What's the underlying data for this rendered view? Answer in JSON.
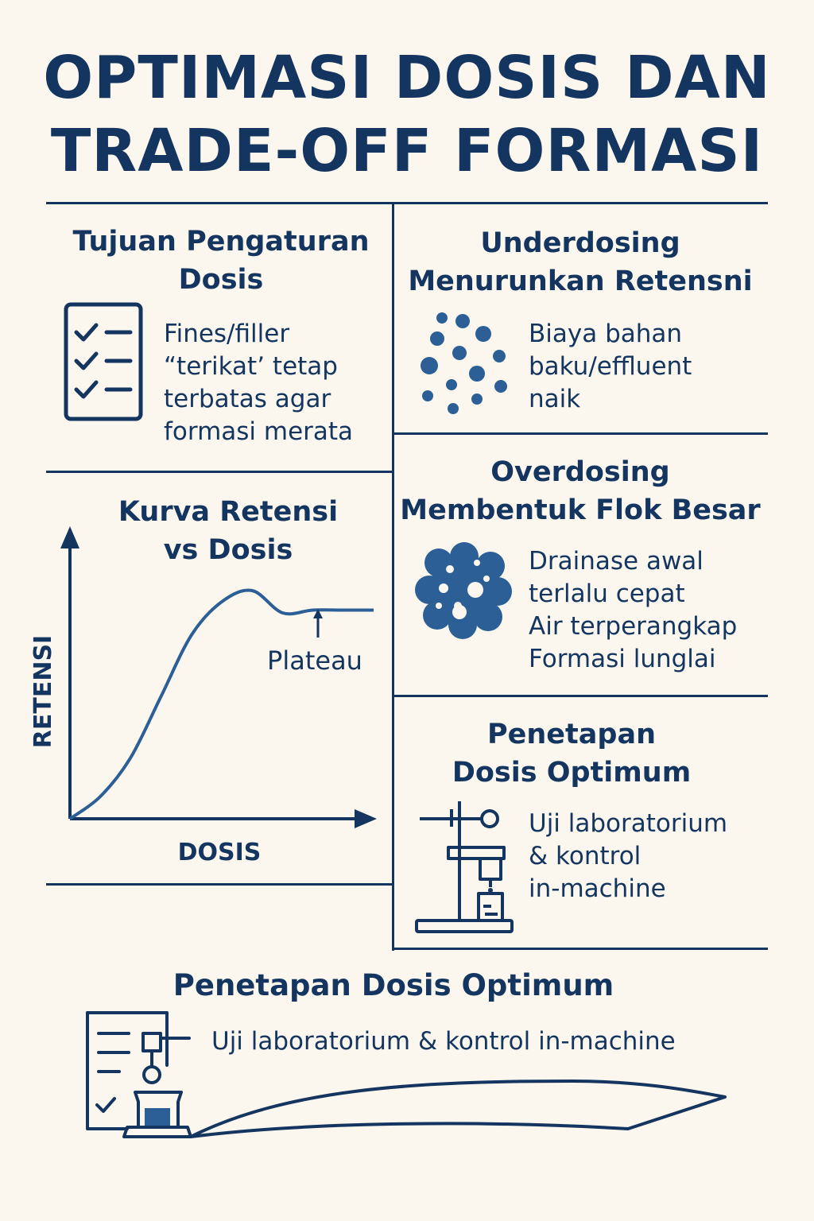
{
  "title": {
    "line1": "OPTIMASI DOSIS DAN",
    "line2": "TRADE-OFF FORMASI"
  },
  "panels": {
    "tujuan": {
      "heading": [
        "Tujuan Pengaturan",
        "Dosis"
      ],
      "text": [
        "Fines/filler",
        "“terikat’ tetap",
        "terbatas agar",
        "formasi merata"
      ],
      "icon": "checklist-icon"
    },
    "underdosing": {
      "heading": [
        "Underdosing",
        "Menurunkan Retensni"
      ],
      "text": [
        "Biaya bahan",
        "baku/effluent",
        "naik"
      ],
      "icon": "scattered-particles-icon"
    },
    "overdosing": {
      "heading": [
        "Overdosing",
        "Membentuk Flok Besar"
      ],
      "text": [
        "Drainase awal",
        "terlalu cepat",
        "Air terperangkap",
        "Formasi lunglai"
      ],
      "icon": "large-floc-icon"
    },
    "kurva": {
      "heading": [
        "Kurva Retensi",
        "vs Dosis"
      ],
      "annotation": "Plateau"
    },
    "penetapan": {
      "heading": [
        "Penetapan",
        "Dosis Optimum"
      ],
      "text": [
        "Uji laboratorium",
        "& kontrol",
        "in-machine"
      ],
      "icon": "lab-stand-icon"
    },
    "bottom": {
      "heading": "Penetapan Dosis Optimum",
      "text": "Uji laboratorium & kontrol in-machine",
      "icon": "lab-checklist-icon"
    }
  },
  "chart_data": {
    "type": "line",
    "title": "Kurva Retensi vs Dosis",
    "xlabel": "DOSIS",
    "ylabel": "RETENSI",
    "xlim": [
      0,
      10
    ],
    "ylim": [
      0,
      10
    ],
    "series": [
      {
        "x": [
          0,
          1,
          2,
          3,
          4,
          5,
          6,
          7,
          8,
          9,
          10
        ],
        "y": [
          0,
          0.8,
          2.2,
          4.4,
          6.6,
          7.8,
          8.2,
          7.4,
          7.5,
          7.5,
          7.5
        ]
      }
    ],
    "annotations": [
      {
        "text": "Plateau",
        "x": 8.2,
        "y": 7.5
      }
    ],
    "grid": false,
    "colors": {
      "line": "#2c5f95",
      "axis": "#13355f"
    }
  },
  "colors": {
    "ink": "#13355f",
    "accent": "#2c5f95",
    "background": "#fbf7ee"
  }
}
